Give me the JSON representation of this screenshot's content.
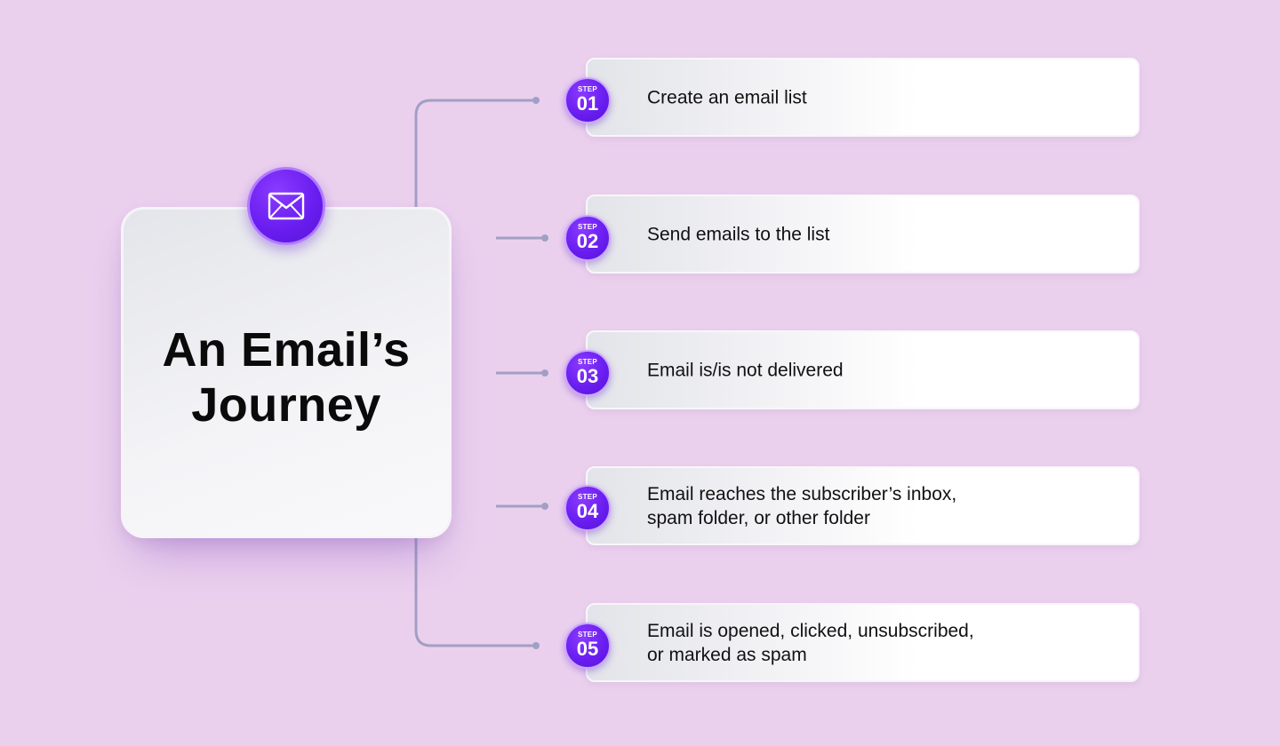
{
  "diagram": {
    "title": "An Email’s Journey",
    "icon": "envelope-icon",
    "colors": {
      "background": "#EBD0EE",
      "accent": "#6A1EF0",
      "connector": "#A1A0C4"
    },
    "steps": [
      {
        "label": "STEP",
        "number": "01",
        "text": "Create an email list"
      },
      {
        "label": "STEP",
        "number": "02",
        "text": "Send emails to the list"
      },
      {
        "label": "STEP",
        "number": "03",
        "text": "Email is/is not delivered"
      },
      {
        "label": "STEP",
        "number": "04",
        "text": "Email reaches the subscriber’s inbox,\nspam folder, or other folder"
      },
      {
        "label": "STEP",
        "number": "05",
        "text": "Email is opened, clicked, unsubscribed,\nor marked as spam"
      }
    ]
  }
}
